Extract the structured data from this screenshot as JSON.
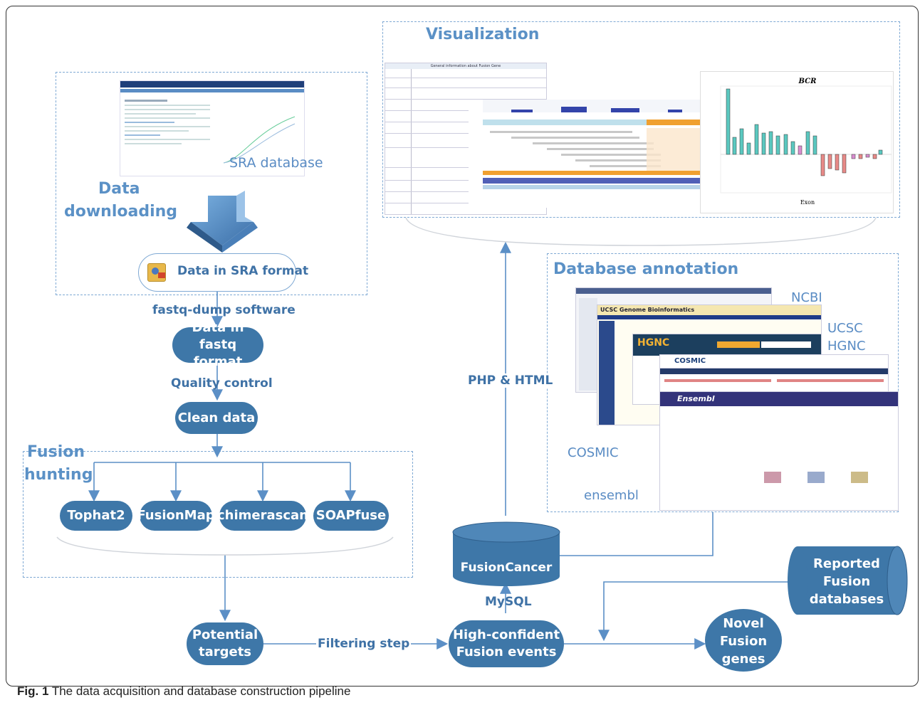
{
  "caption": {
    "fig_label": "Fig. 1",
    "text": "The data acquisition and database construction pipeline"
  },
  "sections": {
    "visualization": "Visualization",
    "database_annotation": "Database annotation",
    "data_downloading_line1": "Data",
    "data_downloading_line2": "downloading",
    "fusion_hunting_line1": "Fusion",
    "fusion_hunting_line2": "hunting"
  },
  "nodes": {
    "sra_database": "SRA database",
    "data_sra_format": "Data in SRA format",
    "fastq_dump": "fastq-dump software",
    "data_fastq_line1": "Data in fastq",
    "data_fastq_line2": "format",
    "quality_control": "Quality control",
    "clean_data": "Clean data",
    "tools": [
      "Tophat2",
      "FusionMap",
      "chimerascan",
      "SOAPfuse"
    ],
    "potential_targets_line1": "Potential",
    "potential_targets_line2": "targets",
    "filtering_step": "Filtering step",
    "high_confident_line1": "High-confident",
    "high_confident_line2": "Fusion events",
    "mysql": "MySQL",
    "fusioncancer": "FusionCancer",
    "php_html": "PHP & HTML",
    "novel_line1": "Novel",
    "novel_line2": "Fusion",
    "novel_line3": "genes",
    "reported_line1": "Reported",
    "reported_line2": "Fusion",
    "reported_line3": "databases"
  },
  "annotation_sources": {
    "ncbi": "NCBI",
    "ucsc": "UCSC",
    "hgnc": "HGNC",
    "cosmic": "COSMIC",
    "ensembl": "ensembl"
  },
  "screenshots": {
    "ucsc_title": "UCSC Genome Bioinformatics",
    "hgnc_logo": "HGNC",
    "cosmic_logo": "COSMIC",
    "ensembl_logo": "Ensembl",
    "bcr_title": "BCR",
    "bcr_xlabel": "Exon",
    "table_header": "General information about Fusion Gene"
  },
  "colors": {
    "node_fill": "#3e77a8",
    "label_text": "#3f72a6",
    "arrow": "#5b8fc6",
    "dashed_border": "#7fa9d4"
  }
}
